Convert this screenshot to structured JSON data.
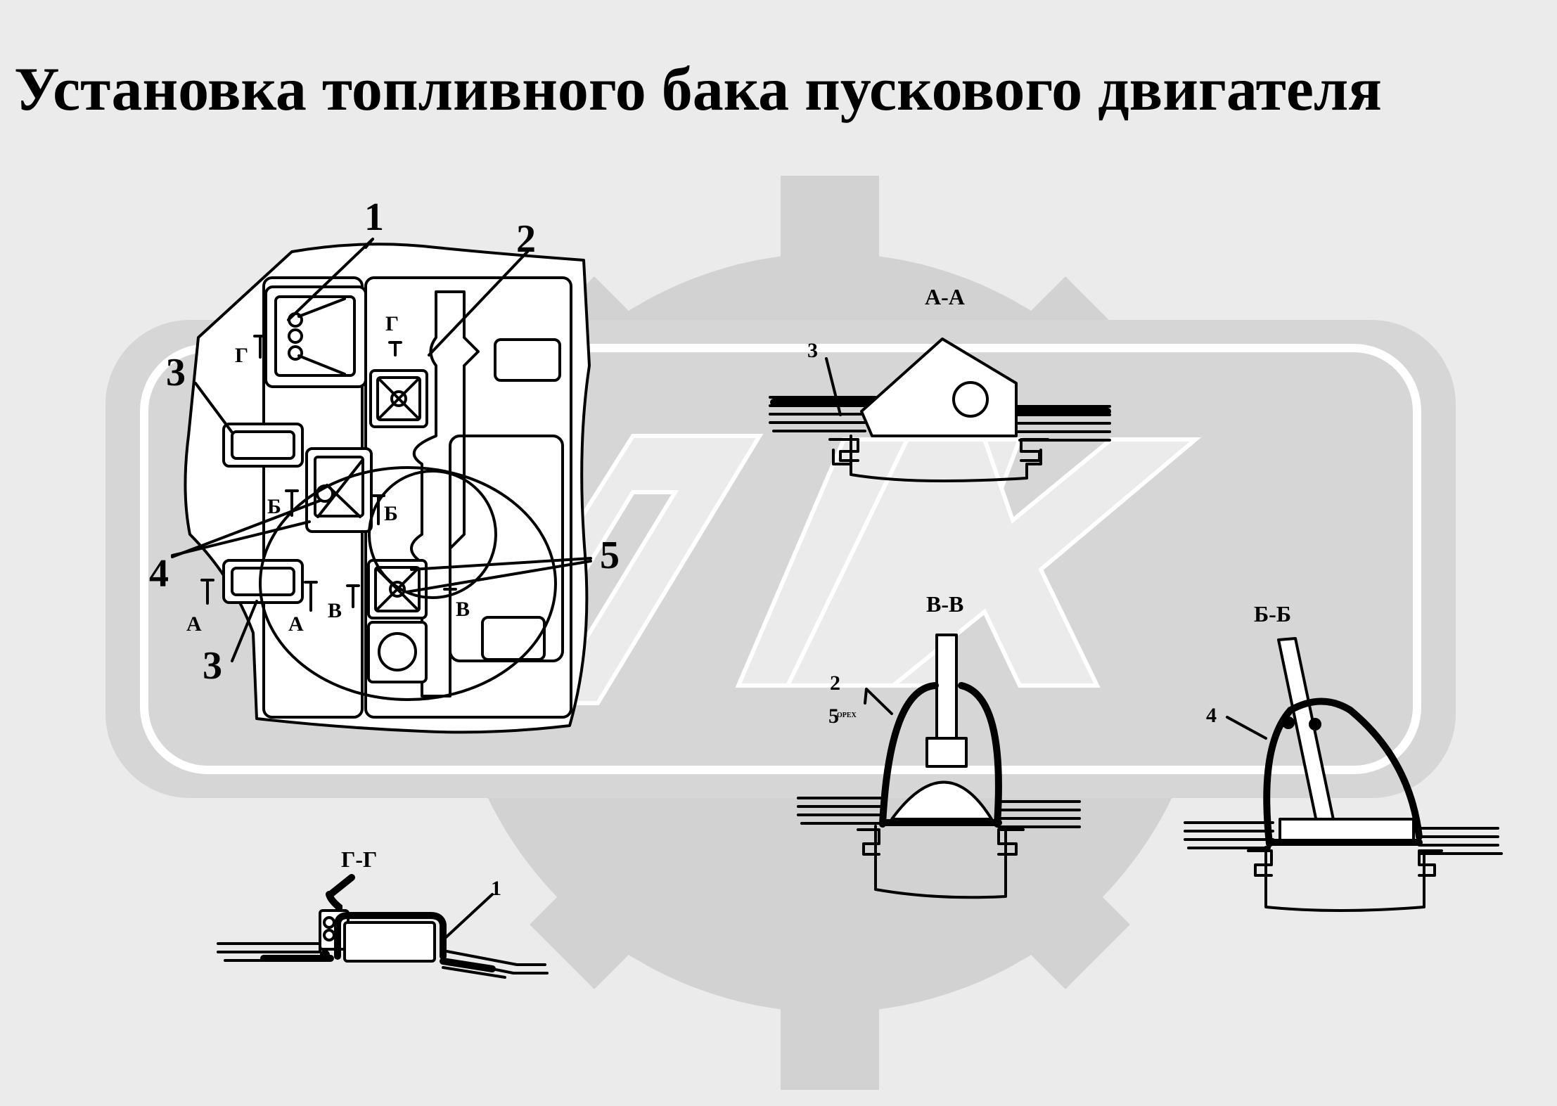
{
  "title": "Установка топливного бака пускового двигателя",
  "watermark": {
    "text": "OPEX",
    "icon": "gear-icon",
    "colors": {
      "fill": "#d2d2d2",
      "outline": "#ffffff"
    }
  },
  "main_view": {
    "callouts": [
      "1",
      "2",
      "3",
      "3",
      "4",
      "5"
    ],
    "section_marks": [
      "Г",
      "Г",
      "Б",
      "Б",
      "А",
      "А",
      "В",
      "В"
    ]
  },
  "sections": {
    "aa": {
      "label": "А-А",
      "callouts": [
        "3"
      ]
    },
    "vv": {
      "label": "В-В",
      "callouts": [
        "2",
        "5"
      ]
    },
    "bb": {
      "label": "Б-Б",
      "callouts": [
        "4"
      ]
    },
    "gg": {
      "label": "Г-Г",
      "callouts": [
        "1"
      ]
    }
  },
  "colors": {
    "background": "#ebebeb",
    "line": "#000000",
    "part_fill": "#ffffff"
  }
}
